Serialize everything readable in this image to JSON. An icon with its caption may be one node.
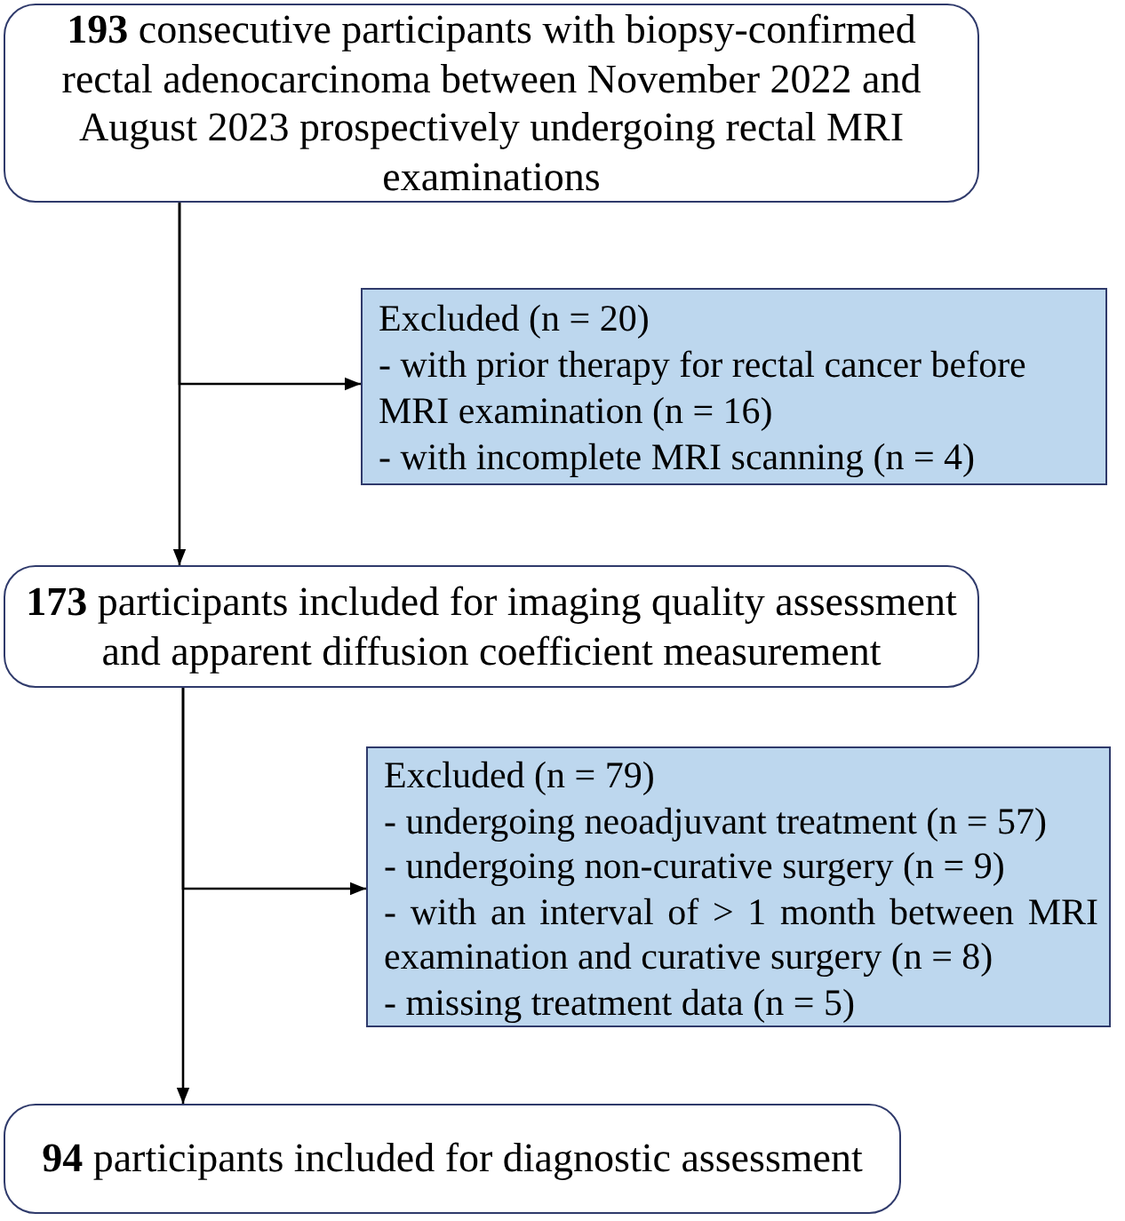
{
  "diagram": {
    "nodes": [
      {
        "text": [
          "**193** consecutive participants with biopsy-confirmed rectal adenocarcinoma between November 2022 and August 2023 prospectively undergoing rectal MRI examinations"
        ]
      },
      {
        "text": [
          "Excluded (n = 20)",
          "- with prior therapy for rectal cancer before MRI examination (n = 16)",
          "- with incomplete MRI scanning (n = 4)"
        ]
      },
      {
        "text": [
          "**173** participants included for imaging quality assessment and apparent diffusion coefficient measurement"
        ]
      },
      {
        "text": [
          "Excluded (n = 79)",
          "- undergoing neoadjuvant treatment (n = 57)",
          "- undergoing non-curative surgery (n = 9)",
          "- with an interval of > 1 month between MRI examination and curative surgery (n = 8)",
          "- missing treatment data (n = 5)"
        ]
      },
      {
        "text": [
          "**94** participants included for diagnostic assessment"
        ]
      }
    ],
    "edges": [
      {
        "from": 0,
        "to": 1,
        "arrow": "to"
      },
      {
        "from": 0,
        "to": 2,
        "arrow": "to"
      },
      {
        "from": 2,
        "to": 3,
        "arrow": "to"
      },
      {
        "from": 2,
        "to": 4,
        "arrow": "to"
      }
    ]
  }
}
